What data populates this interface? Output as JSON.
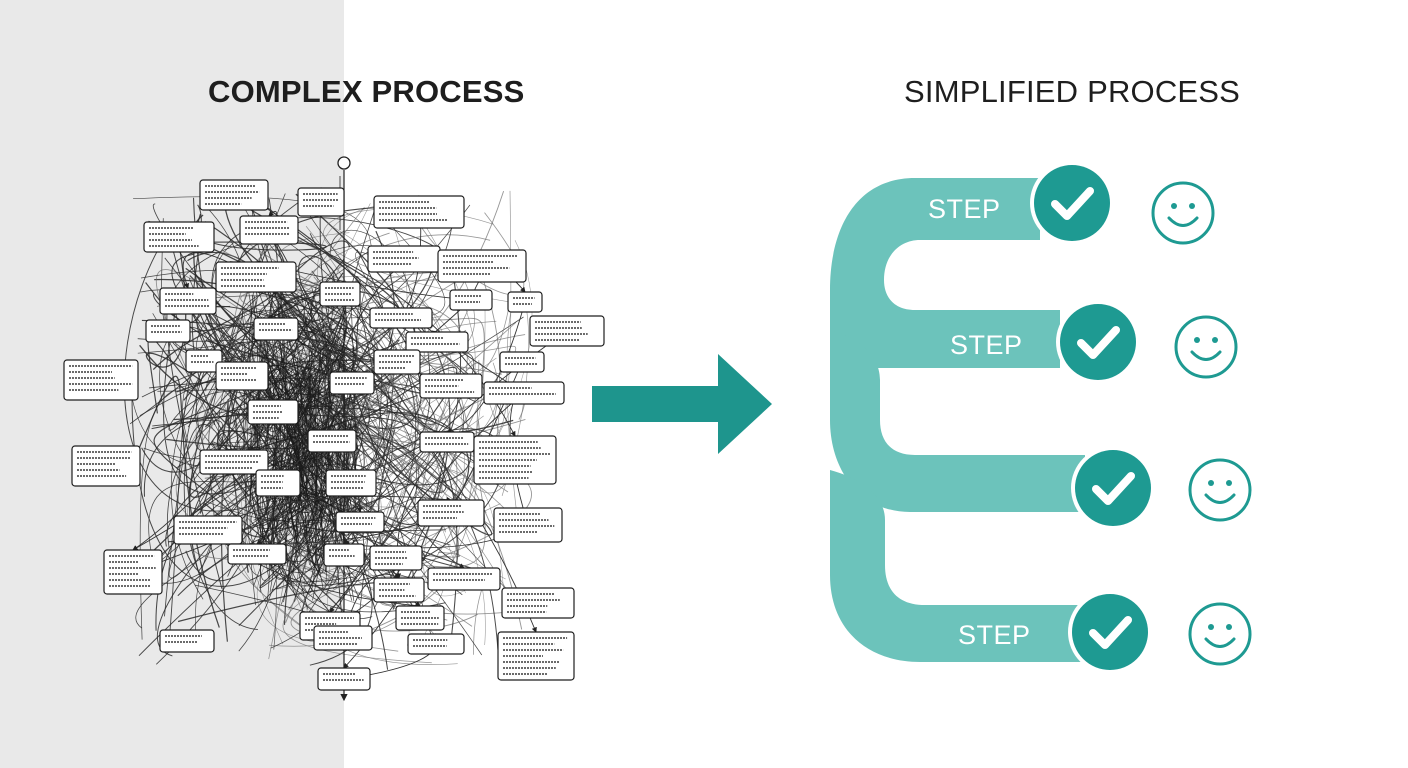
{
  "left_panel": {
    "title": "COMPLEX PROCESS"
  },
  "right_panel": {
    "title": "SIMPLIFIED PROCESS",
    "steps": [
      {
        "label": "STEP"
      },
      {
        "label": "STEP"
      },
      {
        "label": ""
      },
      {
        "label": "STEP"
      }
    ]
  },
  "colors": {
    "teal_light": "#6cc3bb",
    "teal_dark": "#1e9a92",
    "teal_arrow": "#1e958d",
    "ink": "#1e1e1e",
    "left_bg": "#e9e9e9"
  },
  "icons": [
    "check-icon",
    "smiley-icon",
    "arrow-right-icon"
  ]
}
